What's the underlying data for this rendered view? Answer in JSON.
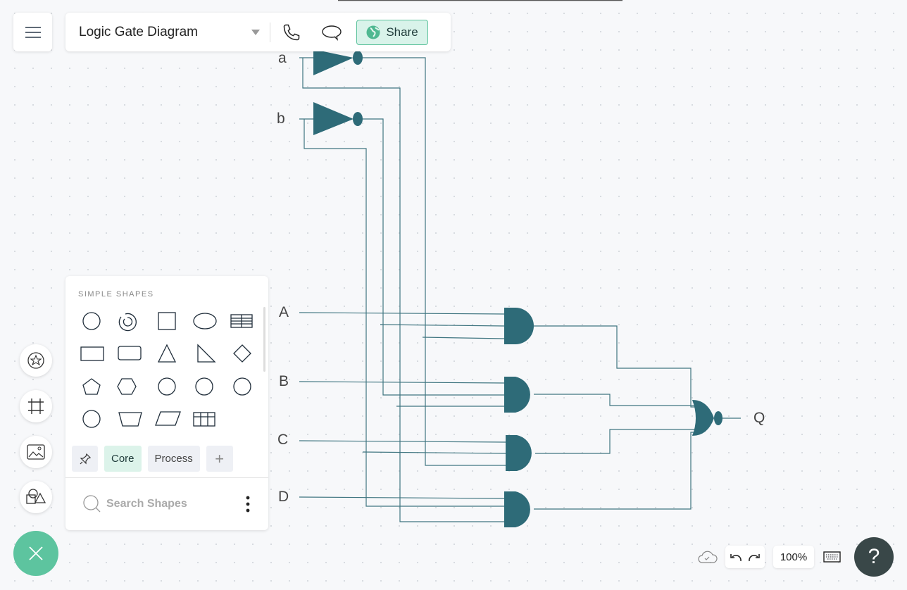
{
  "header": {
    "title": "Logic Gate Diagram",
    "share_label": "Share"
  },
  "diagram": {
    "inputs_lower": [
      "a",
      "b"
    ],
    "inputs_upper": [
      "A",
      "B",
      "C",
      "D"
    ],
    "output": "Q",
    "gate_color": "#2e6b78"
  },
  "panel": {
    "section_title": "SIMPLE SHAPES",
    "tabs": [
      "Core",
      "Process"
    ],
    "search_placeholder": "Search Shapes"
  },
  "footer": {
    "zoom": "100%",
    "help": "?"
  },
  "colors": {
    "accent": "#5dc49f",
    "dark": "#394748"
  }
}
